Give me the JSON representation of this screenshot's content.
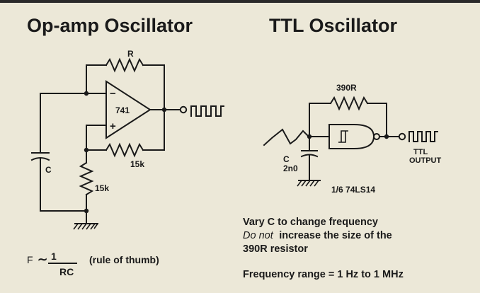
{
  "titles": {
    "opamp": "Op-amp Oscillator",
    "ttl": "TTL Oscillator"
  },
  "opamp": {
    "feedback_resistor": "R",
    "chip": "741",
    "minus": "−",
    "plus": "+",
    "positive_feedback_resistor": "15k",
    "divider_resistor": "15k",
    "capacitor": "C"
  },
  "ttl": {
    "feedback_resistor": "390R",
    "capacitor_name": "C",
    "capacitor_value": "2n0",
    "chip": "1/6 74LS14",
    "output_line1": "TTL",
    "output_line2": "OUTPUT"
  },
  "formula": {
    "f": "F",
    "approx": "∼",
    "numerator": "1",
    "denominator": "RC",
    "note": "(rule of thumb)"
  },
  "notes": {
    "line1": "Vary C to change frequency",
    "line2_italic": "Do not",
    "line2_rest": "increase the size of the",
    "line3": "390R resistor",
    "range": "Frequency range = 1 Hz to 1 MHz"
  }
}
